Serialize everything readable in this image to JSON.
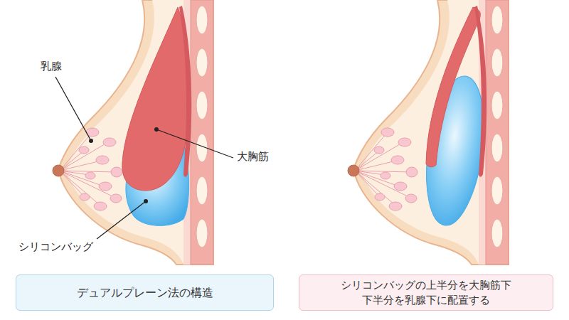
{
  "diagram": {
    "nodes": [
      {
        "text": [
          "デュアルプレーン法の構造"
        ]
      },
      {
        "text": [
          "シリコンバッグの上半分を大胸筋下 下半分を乳腺下に配置する"
        ]
      }
    ],
    "labels": [
      "乳腺",
      "大胸筋",
      "シリコンバッグ"
    ]
  }
}
